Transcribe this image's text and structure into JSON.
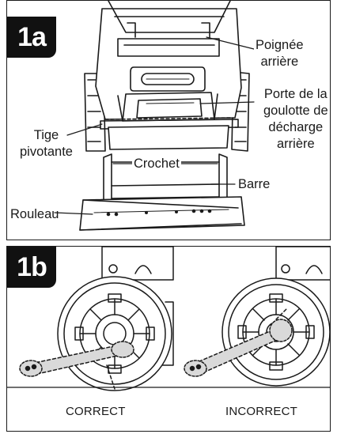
{
  "panel_a": {
    "badge": "1a",
    "labels": {
      "rear_handle": [
        "Poignée",
        "arrière"
      ],
      "rear_chute_door": [
        "Porte de la",
        "goulotte de",
        "décharge",
        "arrière"
      ],
      "pivot_rod": [
        "Tige",
        "pivotante"
      ],
      "hook": "Crochet",
      "bar": "Barre",
      "roller": "Rouleau"
    }
  },
  "panel_b": {
    "badge": "1b",
    "captions": {
      "correct": "CORRECT",
      "incorrect": "INCORRECT"
    }
  }
}
